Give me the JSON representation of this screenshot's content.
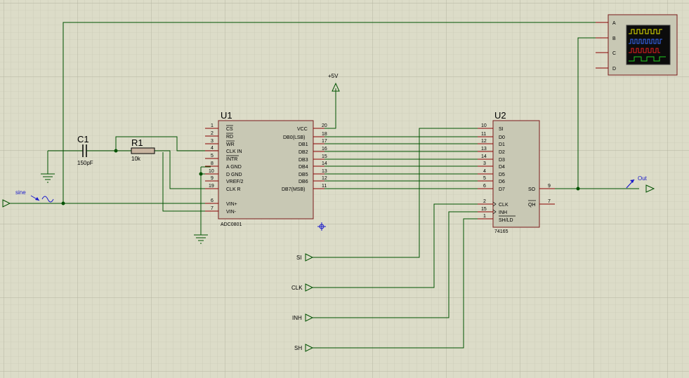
{
  "components": {
    "u1": {
      "ref": "U1",
      "part": "ADC0801",
      "left_pins": [
        {
          "num": "1",
          "name": "CS",
          "overline": true
        },
        {
          "num": "2",
          "name": "RD",
          "overline": true
        },
        {
          "num": "3",
          "name": "WR",
          "overline": true
        },
        {
          "num": "4",
          "name": "CLK IN",
          "overline": false
        },
        {
          "num": "5",
          "name": "INTR",
          "overline": true
        },
        {
          "num": "8",
          "name": "A GND",
          "overline": false
        },
        {
          "num": "10",
          "name": "D GND",
          "overline": false
        },
        {
          "num": "9",
          "name": "VREF/2",
          "overline": false
        },
        {
          "num": "19",
          "name": "CLK R",
          "overline": false
        },
        {
          "num": "6",
          "name": "VIN+",
          "overline": false
        },
        {
          "num": "7",
          "name": "VIN-",
          "overline": false
        }
      ],
      "right_pins": [
        {
          "num": "20",
          "name": "VCC"
        },
        {
          "num": "18",
          "name": "DB0(LSB)"
        },
        {
          "num": "17",
          "name": "DB1"
        },
        {
          "num": "16",
          "name": "DB2"
        },
        {
          "num": "15",
          "name": "DB3"
        },
        {
          "num": "14",
          "name": "DB4"
        },
        {
          "num": "13",
          "name": "DB5"
        },
        {
          "num": "12",
          "name": "DB6"
        },
        {
          "num": "11",
          "name": "DB7(MSB)"
        }
      ]
    },
    "u2": {
      "ref": "U2",
      "part": "74165",
      "left_pins": [
        {
          "num": "10",
          "name": "SI",
          "overline": false
        },
        {
          "num": "11",
          "name": "D0",
          "overline": false
        },
        {
          "num": "12",
          "name": "D1",
          "overline": false
        },
        {
          "num": "13",
          "name": "D2",
          "overline": false
        },
        {
          "num": "14",
          "name": "D3",
          "overline": false
        },
        {
          "num": "3",
          "name": "D4",
          "overline": false
        },
        {
          "num": "4",
          "name": "D5",
          "overline": false
        },
        {
          "num": "5",
          "name": "D6",
          "overline": false
        },
        {
          "num": "6",
          "name": "D7",
          "overline": false
        },
        {
          "num": "2",
          "name": "CLK",
          "overline": false
        },
        {
          "num": "15",
          "name": "INH",
          "overline": false
        },
        {
          "num": "1",
          "name": "SH/LD",
          "overline": false
        }
      ],
      "right_pins": [
        {
          "num": "9",
          "name": "SO",
          "overline": false
        },
        {
          "num": "7",
          "name": "QH",
          "overline": true
        }
      ]
    },
    "c1": {
      "ref": "C1",
      "value": "150pF"
    },
    "r1": {
      "ref": "R1",
      "value": "10k"
    },
    "power": {
      "label": "+5V"
    },
    "source": {
      "label": "sine"
    },
    "probe": {
      "label": "Out"
    },
    "scope": {
      "channels": [
        "A",
        "B",
        "C",
        "D"
      ]
    }
  },
  "inputs": [
    "SI",
    "CLK",
    "INH",
    "SH"
  ]
}
